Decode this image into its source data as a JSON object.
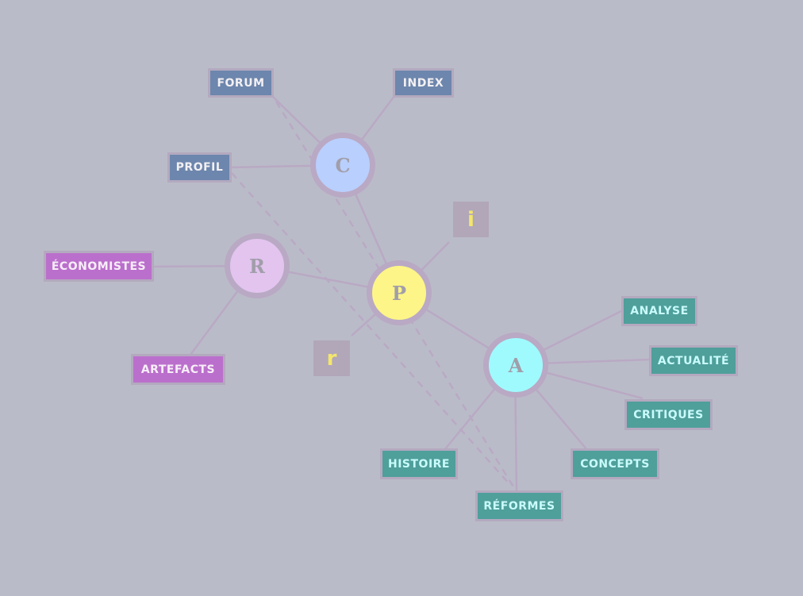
{
  "colors": {
    "background": "#babbc8",
    "link": "#b9a9c4",
    "hub_c": "#b9cffd",
    "hub_r": "#e2c4ef",
    "hub_p": "#fdf587",
    "hub_a": "#9ffafd",
    "tag_blue": "#6d86ad",
    "tag_purple": "#bb6fcc",
    "tag_teal": "#4f9f9b",
    "accent_glyph": "#f4e66a"
  },
  "hubs": {
    "c": "C",
    "r": "R",
    "p": "P",
    "a": "A"
  },
  "glyphs": {
    "info": "i",
    "r": "r"
  },
  "tags": {
    "forum": "FORUM",
    "index": "INDEX",
    "profil": "PROFIL",
    "economistes": "ÉCONOMISTES",
    "artefacts": "ARTEFACTS",
    "analyse": "ANALYSE",
    "actualite": "ACTUALITÉ",
    "critiques": "CRITIQUES",
    "concepts": "CONCEPTS",
    "histoire": "HISTOIRE",
    "reformes": "RÉFORMES"
  }
}
